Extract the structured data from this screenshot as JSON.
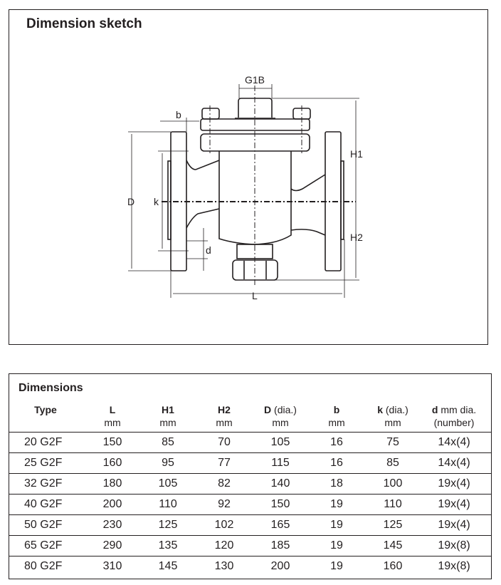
{
  "sketch": {
    "title": "Dimension sketch",
    "labels": {
      "g1b": "G1B",
      "b": "b",
      "d_upper": "D",
      "k": "k",
      "d_lower": "d",
      "h1": "H1",
      "h2": "H2",
      "l": "L"
    }
  },
  "table": {
    "title": "Dimensions",
    "headers": [
      {
        "name": "Type",
        "unit": ""
      },
      {
        "name": "L",
        "unit": "mm"
      },
      {
        "name": "H1",
        "unit": "mm"
      },
      {
        "name": "H2",
        "unit": "mm"
      },
      {
        "name": "D",
        "suffix": " (dia.)",
        "unit": "mm"
      },
      {
        "name": "b",
        "unit": "mm"
      },
      {
        "name": "k",
        "suffix": " (dia.)",
        "unit": "mm"
      },
      {
        "name": "d",
        "suffix": " mm dia.",
        "unit": "(number)"
      }
    ],
    "rows": [
      [
        "20 G2F",
        "150",
        "85",
        "70",
        "105",
        "16",
        "75",
        "14x(4)"
      ],
      [
        "25 G2F",
        "160",
        "95",
        "77",
        "115",
        "16",
        "85",
        "14x(4)"
      ],
      [
        "32 G2F",
        "180",
        "105",
        "82",
        "140",
        "18",
        "100",
        "19x(4)"
      ],
      [
        "40 G2F",
        "200",
        "110",
        "92",
        "150",
        "19",
        "110",
        "19x(4)"
      ],
      [
        "50 G2F",
        "230",
        "125",
        "102",
        "165",
        "19",
        "125",
        "19x(4)"
      ],
      [
        "65 G2F",
        "290",
        "135",
        "120",
        "185",
        "19",
        "145",
        "19x(8)"
      ],
      [
        "80 G2F",
        "310",
        "145",
        "130",
        "200",
        "19",
        "160",
        "19x(8)"
      ]
    ]
  }
}
